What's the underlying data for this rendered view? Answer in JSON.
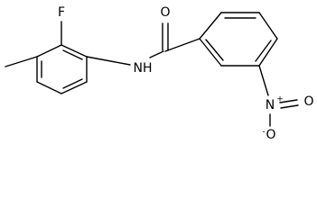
{
  "molecule": {
    "atoms": {
      "F": "F",
      "O_carbonyl": "O",
      "NH": "NH",
      "N_nitro": "N",
      "O_nitro_right": "O",
      "O_nitro_bottom": "O",
      "plus": "+",
      "minus": "-"
    },
    "colors": {
      "bond": "#000000",
      "label": "#000000",
      "background": "#ffffff"
    }
  }
}
